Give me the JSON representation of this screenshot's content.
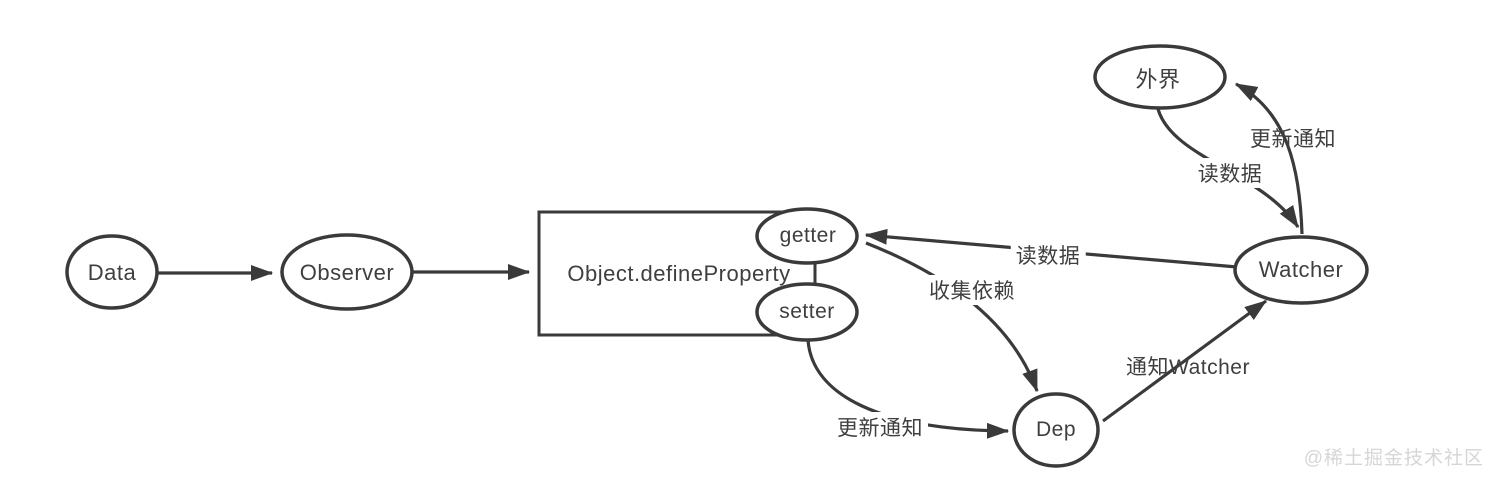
{
  "diagram": {
    "title_hint": "Vue reactivity flow diagram",
    "nodes": {
      "data": {
        "label": "Data"
      },
      "observer": {
        "label": "Observer"
      },
      "define_property": {
        "label": "Object.defineProperty"
      },
      "getter": {
        "label": "getter"
      },
      "setter": {
        "label": "setter"
      },
      "outside": {
        "label": "外界"
      },
      "watcher": {
        "label": "Watcher"
      },
      "dep": {
        "label": "Dep"
      }
    },
    "edges": [
      {
        "from": "Data",
        "to": "Observer",
        "label": ""
      },
      {
        "from": "Observer",
        "to": "Object.defineProperty",
        "label": ""
      },
      {
        "from": "Watcher",
        "to": "getter",
        "label": "读数据"
      },
      {
        "from": "getter",
        "to": "Dep",
        "label": "收集依赖"
      },
      {
        "from": "setter",
        "to": "Dep",
        "label": "更新通知"
      },
      {
        "from": "Dep",
        "to": "Watcher",
        "label": "通知Watcher"
      },
      {
        "from": "Watcher",
        "to": "外界",
        "label": "更新通知"
      },
      {
        "from": "外界",
        "to": "Watcher",
        "label": "读数据"
      }
    ],
    "watermark": "@稀土掘金技术社区",
    "colors": {
      "stroke": "#3a3a3a",
      "text": "#3f3f3f",
      "watermark": "#d6d6d6",
      "background": "#ffffff"
    }
  }
}
